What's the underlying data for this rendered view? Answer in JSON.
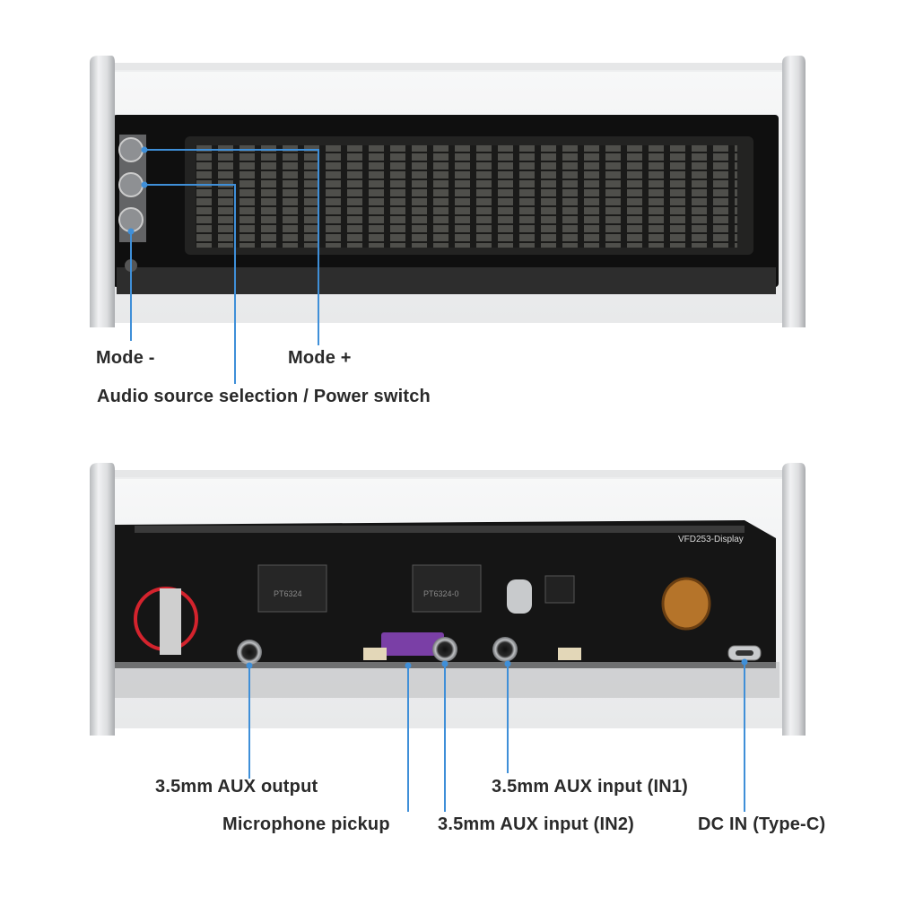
{
  "top_view": {
    "labels": {
      "mode_minus": "Mode -",
      "mode_plus": "Mode +",
      "audio_source": "Audio source selection / Power switch"
    }
  },
  "bottom_view": {
    "pcb_silkscreen": "VFD253-Display",
    "chip_left": "PT6324",
    "chip_right": "PT6324-0",
    "labels": {
      "aux_output": "3.5mm AUX output",
      "microphone": "Microphone pickup",
      "aux_in1": "3.5mm AUX input (IN1)",
      "aux_in2": "3.5mm AUX input (IN2)",
      "dc_in": "DC IN (Type-C)"
    }
  },
  "colors": {
    "callout": "#3f8fd8",
    "label_text": "#2a2a2a",
    "aluminum": "#d9dadc",
    "pcb": "#141414",
    "vfd_segment": "#5a5a56"
  }
}
